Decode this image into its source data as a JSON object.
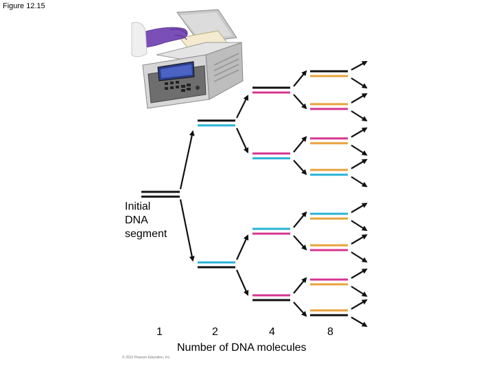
{
  "figure_label": "Figure 12.15",
  "initial_label_lines": [
    "Initial",
    "DNA",
    "segment"
  ],
  "counts": [
    "1",
    "2",
    "4",
    "8"
  ],
  "x_label": "Number of DNA molecules",
  "copyright": "© 2013 Pearson Education, Inc.",
  "colors": {
    "original_strand": "#111111",
    "cycle1_strand": "#26b2d6",
    "cycle2_strand": "#d4338f",
    "cycle3_strand": "#e8a03a",
    "arrow": "#111111"
  },
  "machine": {
    "name": "thermal-cycler-photo",
    "description_icon": "pcr-machine-icon"
  }
}
